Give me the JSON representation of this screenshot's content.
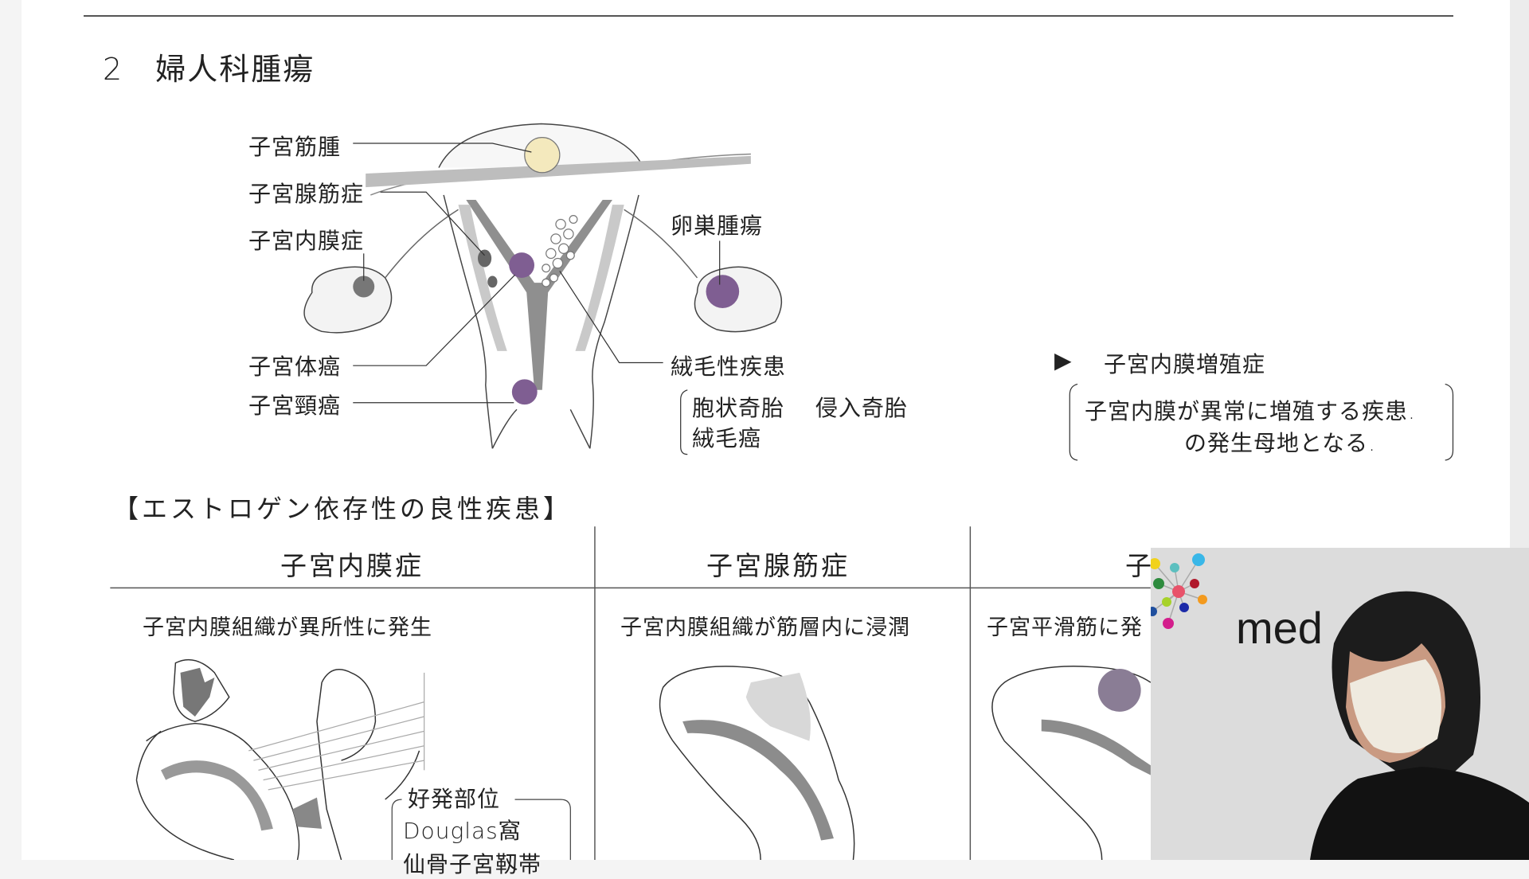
{
  "section": {
    "number": "2",
    "title": "婦人科腫瘍"
  },
  "diagram_labels": {
    "myoma": "子宮筋腫",
    "adenomyosis": "子宮腺筋症",
    "endometriosis": "子宮内膜症",
    "endometrial_cancer": "子宮体癌",
    "cervical_cancer": "子宮頸癌",
    "ovarian_tumor": "卵巣腫瘍",
    "trophoblastic": "絨毛性疾患",
    "trophoblastic_types_1": "胞状奇胎　 侵入奇胎",
    "trophoblastic_types_2": "絨毛癌"
  },
  "hyperplasia": {
    "marker": "▶",
    "title": "子宮内膜増殖症",
    "line1": "子宮内膜が異常に増殖する疾患.",
    "line2": "の発生母地となる."
  },
  "estrogen_section_title": "【エストロゲン依存性の良性疾患】",
  "table": {
    "headers": [
      "子宮内膜症",
      "子宮腺筋症",
      "子"
    ],
    "descriptions": [
      "子宮内膜組織が異所性に発生",
      "子宮内膜組織が筋層内に浸潤",
      "子宮平滑筋に発"
    ]
  },
  "douglas_box": {
    "title": "好発部位",
    "line1": "Douglas窩",
    "line2": "仙骨子宮靱帯"
  },
  "webcam": {
    "logo_text": "med"
  },
  "colors": {
    "purple": "#7f5e92",
    "myoma_yellow": "#f4e9bd",
    "gray": "#8a8a8a",
    "cam_bg": "#dcdcdc"
  }
}
